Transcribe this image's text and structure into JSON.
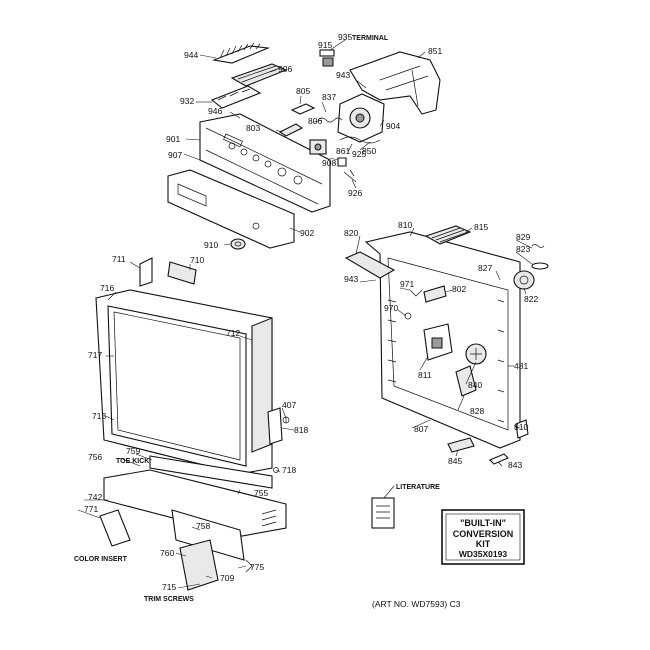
{
  "diagram": {
    "terminal_label": "TERMINAL",
    "literature_label": "LITERATURE",
    "color_insert_label": "COLOR INSERT",
    "trim_screws_label": "TRIM SCREWS",
    "toe_kick_label": "TOE KICK",
    "art_no": "(ART NO. WD7593) C3",
    "kit_box": {
      "line1": "\"BUILT-IN\"",
      "line2": "CONVERSION",
      "line3": "KIT",
      "line4": "WD35X0193"
    },
    "part_numbers": {
      "p944": "944",
      "p935": "935",
      "p915": "915",
      "p851": "851",
      "p906": "906",
      "p943a": "943",
      "p932": "932",
      "p805": "805",
      "p837": "837",
      "p946": "946",
      "p806": "806",
      "p803": "803",
      "p904": "904",
      "p901": "901",
      "p861": "861",
      "p850": "850",
      "p925": "925",
      "p907": "907",
      "p908": "908",
      "p926": "926",
      "p902": "902",
      "p910": "910",
      "p810a": "810",
      "p815": "815",
      "p820": "820",
      "p829": "829",
      "p823": "823",
      "p827": "827",
      "p943b": "943",
      "p971": "971",
      "p802": "802",
      "p822": "822",
      "p970": "970",
      "p711": "711",
      "p710": "710",
      "p716": "716",
      "p712": "712",
      "p717": "717",
      "p811": "811",
      "p481": "481",
      "p840": "840",
      "p828": "828",
      "p407": "407",
      "p713": "713",
      "p818": "818",
      "p807": "807",
      "p810b": "810",
      "p759": "759",
      "p756": "756",
      "p718": "718",
      "p845": "845",
      "p843": "843",
      "p755": "755",
      "p742": "742",
      "p771": "771",
      "p758": "758",
      "p760": "760",
      "p775": "775",
      "p715": "715",
      "p709": "709"
    }
  }
}
